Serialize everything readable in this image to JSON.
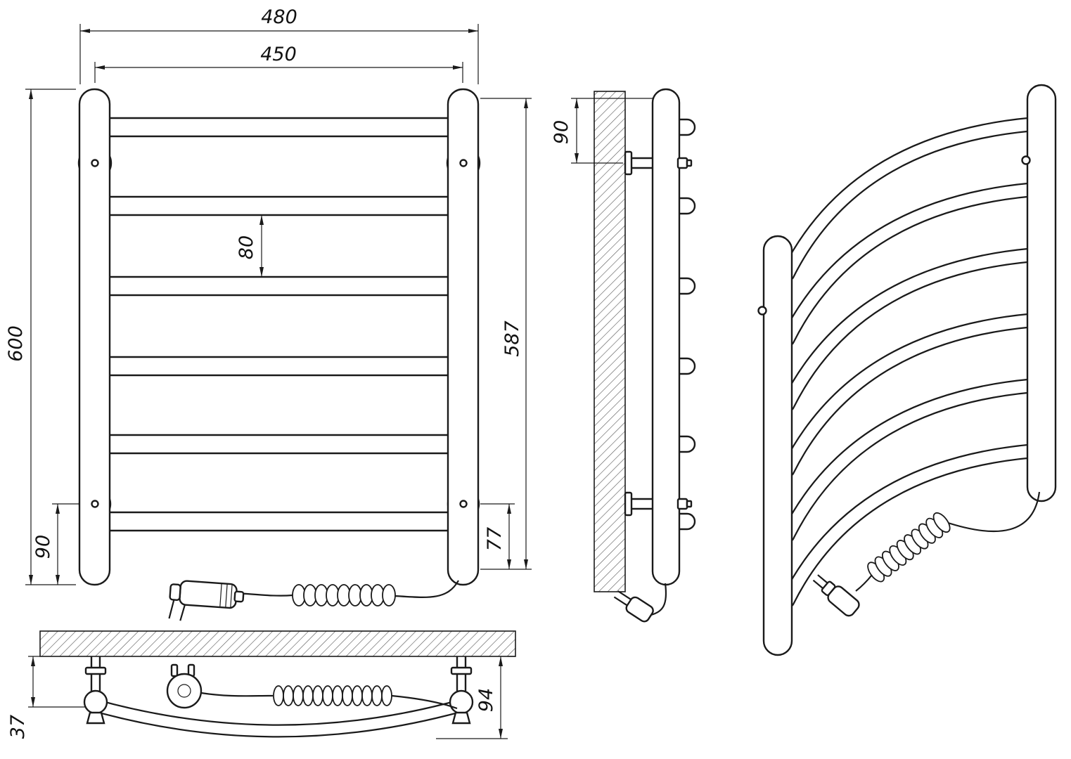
{
  "drawing": {
    "front": {
      "outer_width": "480",
      "inner_width": "450",
      "rung_gap": "80",
      "total_height": "600",
      "rail_height": "587",
      "bottom_bracket_offset": "90",
      "bottom_edge_offset": "77"
    },
    "side": {
      "top_bracket_offset": "90"
    },
    "top": {
      "wall_offset": "37",
      "depth": "94"
    }
  }
}
